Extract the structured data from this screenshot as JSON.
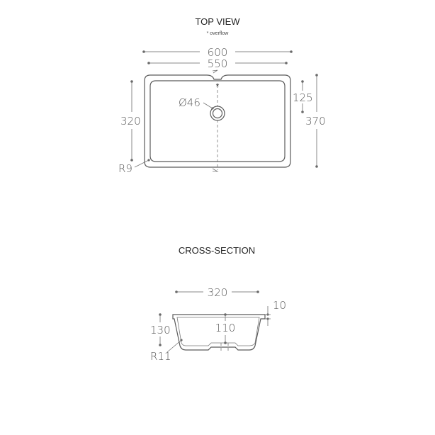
{
  "top_view": {
    "title": "TOP VIEW",
    "note": "* overflow",
    "overflow_marker": "*",
    "dimensions": {
      "outer_width": "600",
      "inner_width": "550",
      "inner_depth": "320",
      "outer_depth": "370",
      "overflow_offset": "125",
      "drain_diameter": "Ø46",
      "corner_radius": "R9"
    }
  },
  "cross_section": {
    "title": "CROSS-SECTION",
    "dimensions": {
      "width": "320",
      "rim_thickness": "10",
      "depth": "130",
      "inner_depth": "110",
      "corner_radius": "R11"
    }
  }
}
